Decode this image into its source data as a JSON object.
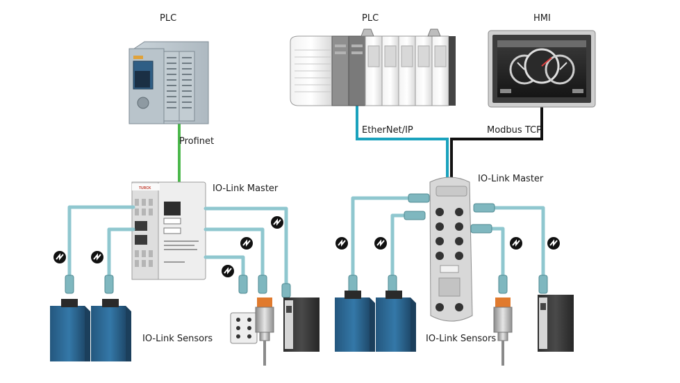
{
  "devices": {
    "plc_left": "PLC",
    "plc_right": "PLC",
    "hmi": "HMI",
    "master_left": "IO-Link Master",
    "master_right": "IO-Link Master"
  },
  "links": {
    "profinet": "Profinet",
    "ethernet_ip": "EtherNet/IP",
    "modbus_tcp": "Modbus TCP"
  },
  "groups": {
    "sensors_left": "IO-Link Sensors",
    "sensors_right": "IO-Link Sensors"
  },
  "colors": {
    "profinet": "#4cb84c",
    "ethernet_ip": "#1aa2bd",
    "modbus_tcp": "#111111",
    "iolink_cable": "#8fc7cf",
    "sensor_blue": "#2f6f9c"
  },
  "device_text": {
    "master_left_brand": "TURCK"
  }
}
